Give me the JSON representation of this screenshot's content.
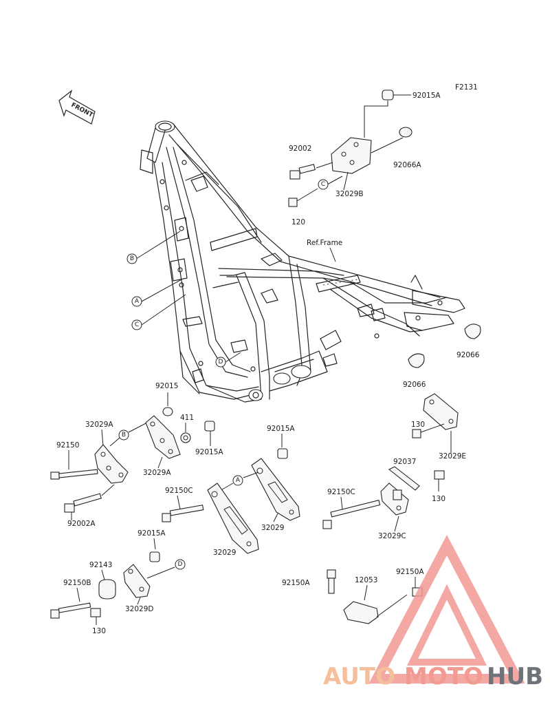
{
  "diagram": {
    "code": "F2131",
    "front_arrow": "FRONT",
    "ref_frame": "Ref.Frame"
  },
  "labels": {
    "p92015A_top": "92015A",
    "p92002_top": "92002",
    "p92066A": "92066A",
    "p32029B": "32029B",
    "p120": "120",
    "p92066_right": "92066",
    "p92066_mid": "92066",
    "p92015": "92015",
    "p32029A_top": "32029A",
    "p411": "411",
    "p92150": "92150",
    "p32029A_mid": "32029A",
    "p92015A_mid": "92015A",
    "p92002A": "92002A",
    "p92015A_right": "92015A",
    "p92150C_mid": "92150C",
    "p32029_right": "32029",
    "p32029_mid": "32029",
    "p92015A_low": "92015A",
    "p130_right_top": "130",
    "p32029E": "32029E",
    "p92037": "92037",
    "p130_right": "130",
    "p92150C_right": "92150C",
    "p32029C": "32029C",
    "p92143": "92143",
    "p92150B": "92150B",
    "p32029D": "32029D",
    "p130_left": "130",
    "p92150A_left": "92150A",
    "p12053": "12053",
    "p92150A_right": "92150A"
  },
  "callouts": {
    "B1": "B",
    "A1": "A",
    "C1": "C",
    "D1": "D",
    "C2": "C",
    "B2": "B",
    "A2": "A",
    "D2": "D"
  },
  "watermark": {
    "part1": "AUTO",
    "part2": "MOTO",
    "part3": "HUB",
    "color_auto": "#f5b48a",
    "color_moto": "#f08a80",
    "color_hub": "#555b63",
    "triangle_color": "#f39a95"
  }
}
